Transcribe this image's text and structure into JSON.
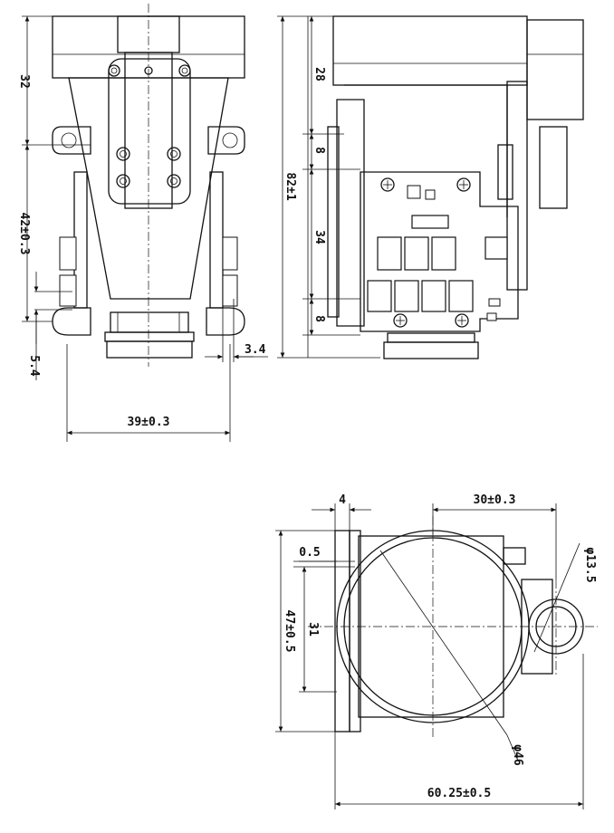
{
  "dimensions": {
    "front_32": "32",
    "front_42": "42±0.3",
    "front_5_4": "5.4",
    "front_3_4": "3.4",
    "front_39": "39±0.3",
    "side_28": "28",
    "side_8_top": "8",
    "side_82": "82±1",
    "side_34": "34",
    "side_8_bottom": "8",
    "bottom_4": "4",
    "bottom_30": "30±0.3",
    "bottom_0_5": "0.5",
    "bottom_47": "47±0.5",
    "bottom_31": "31",
    "bottom_phi13_5": "φ13.5",
    "bottom_phi46": "φ46",
    "bottom_60_25": "60.25±0.5"
  }
}
